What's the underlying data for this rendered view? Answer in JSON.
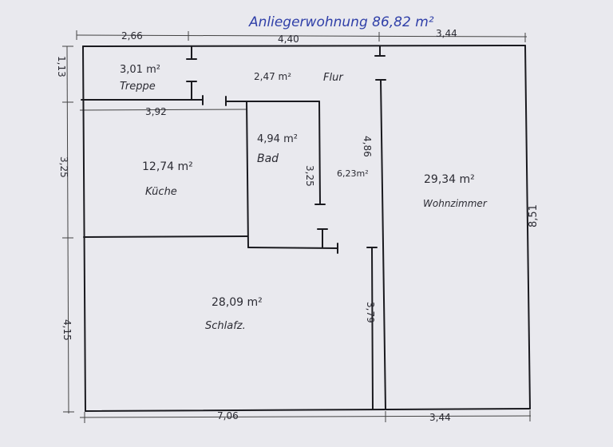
{
  "title": "Anliegerwohnung 86,82 m²",
  "colors": {
    "paper": "#e9e9ee",
    "ink": "#1a1a1f",
    "title_ink": "#2f3fa8"
  },
  "dimensions": {
    "top_left": "2,66",
    "top_middle": "4,40",
    "top_right": "3,44",
    "left_top": "1,13",
    "left_middle": "3,25",
    "left_bottom": "4,15",
    "right_side": "8,51",
    "bottom_left": "7,06",
    "bottom_right": "3,44",
    "kitchen_width": "3,92",
    "bad_height": "3,25",
    "hall_height": "4,86",
    "lower_hall_height": "3,79"
  },
  "rooms": {
    "treppe": {
      "area": "3,01 m²",
      "name": "Treppe"
    },
    "flur": {
      "area": "2,47 m²",
      "name": "Flur"
    },
    "kueche": {
      "area": "12,74 m²",
      "name": "Küche"
    },
    "bad": {
      "area": "4,94 m²",
      "name": "Bad"
    },
    "hall": {
      "area": "6,23m²"
    },
    "wohnzimmer": {
      "area": "29,34 m²",
      "name": "Wohnzimmer"
    },
    "schlafzimmer": {
      "area": "28,09 m²",
      "name": "Schlafz."
    }
  }
}
